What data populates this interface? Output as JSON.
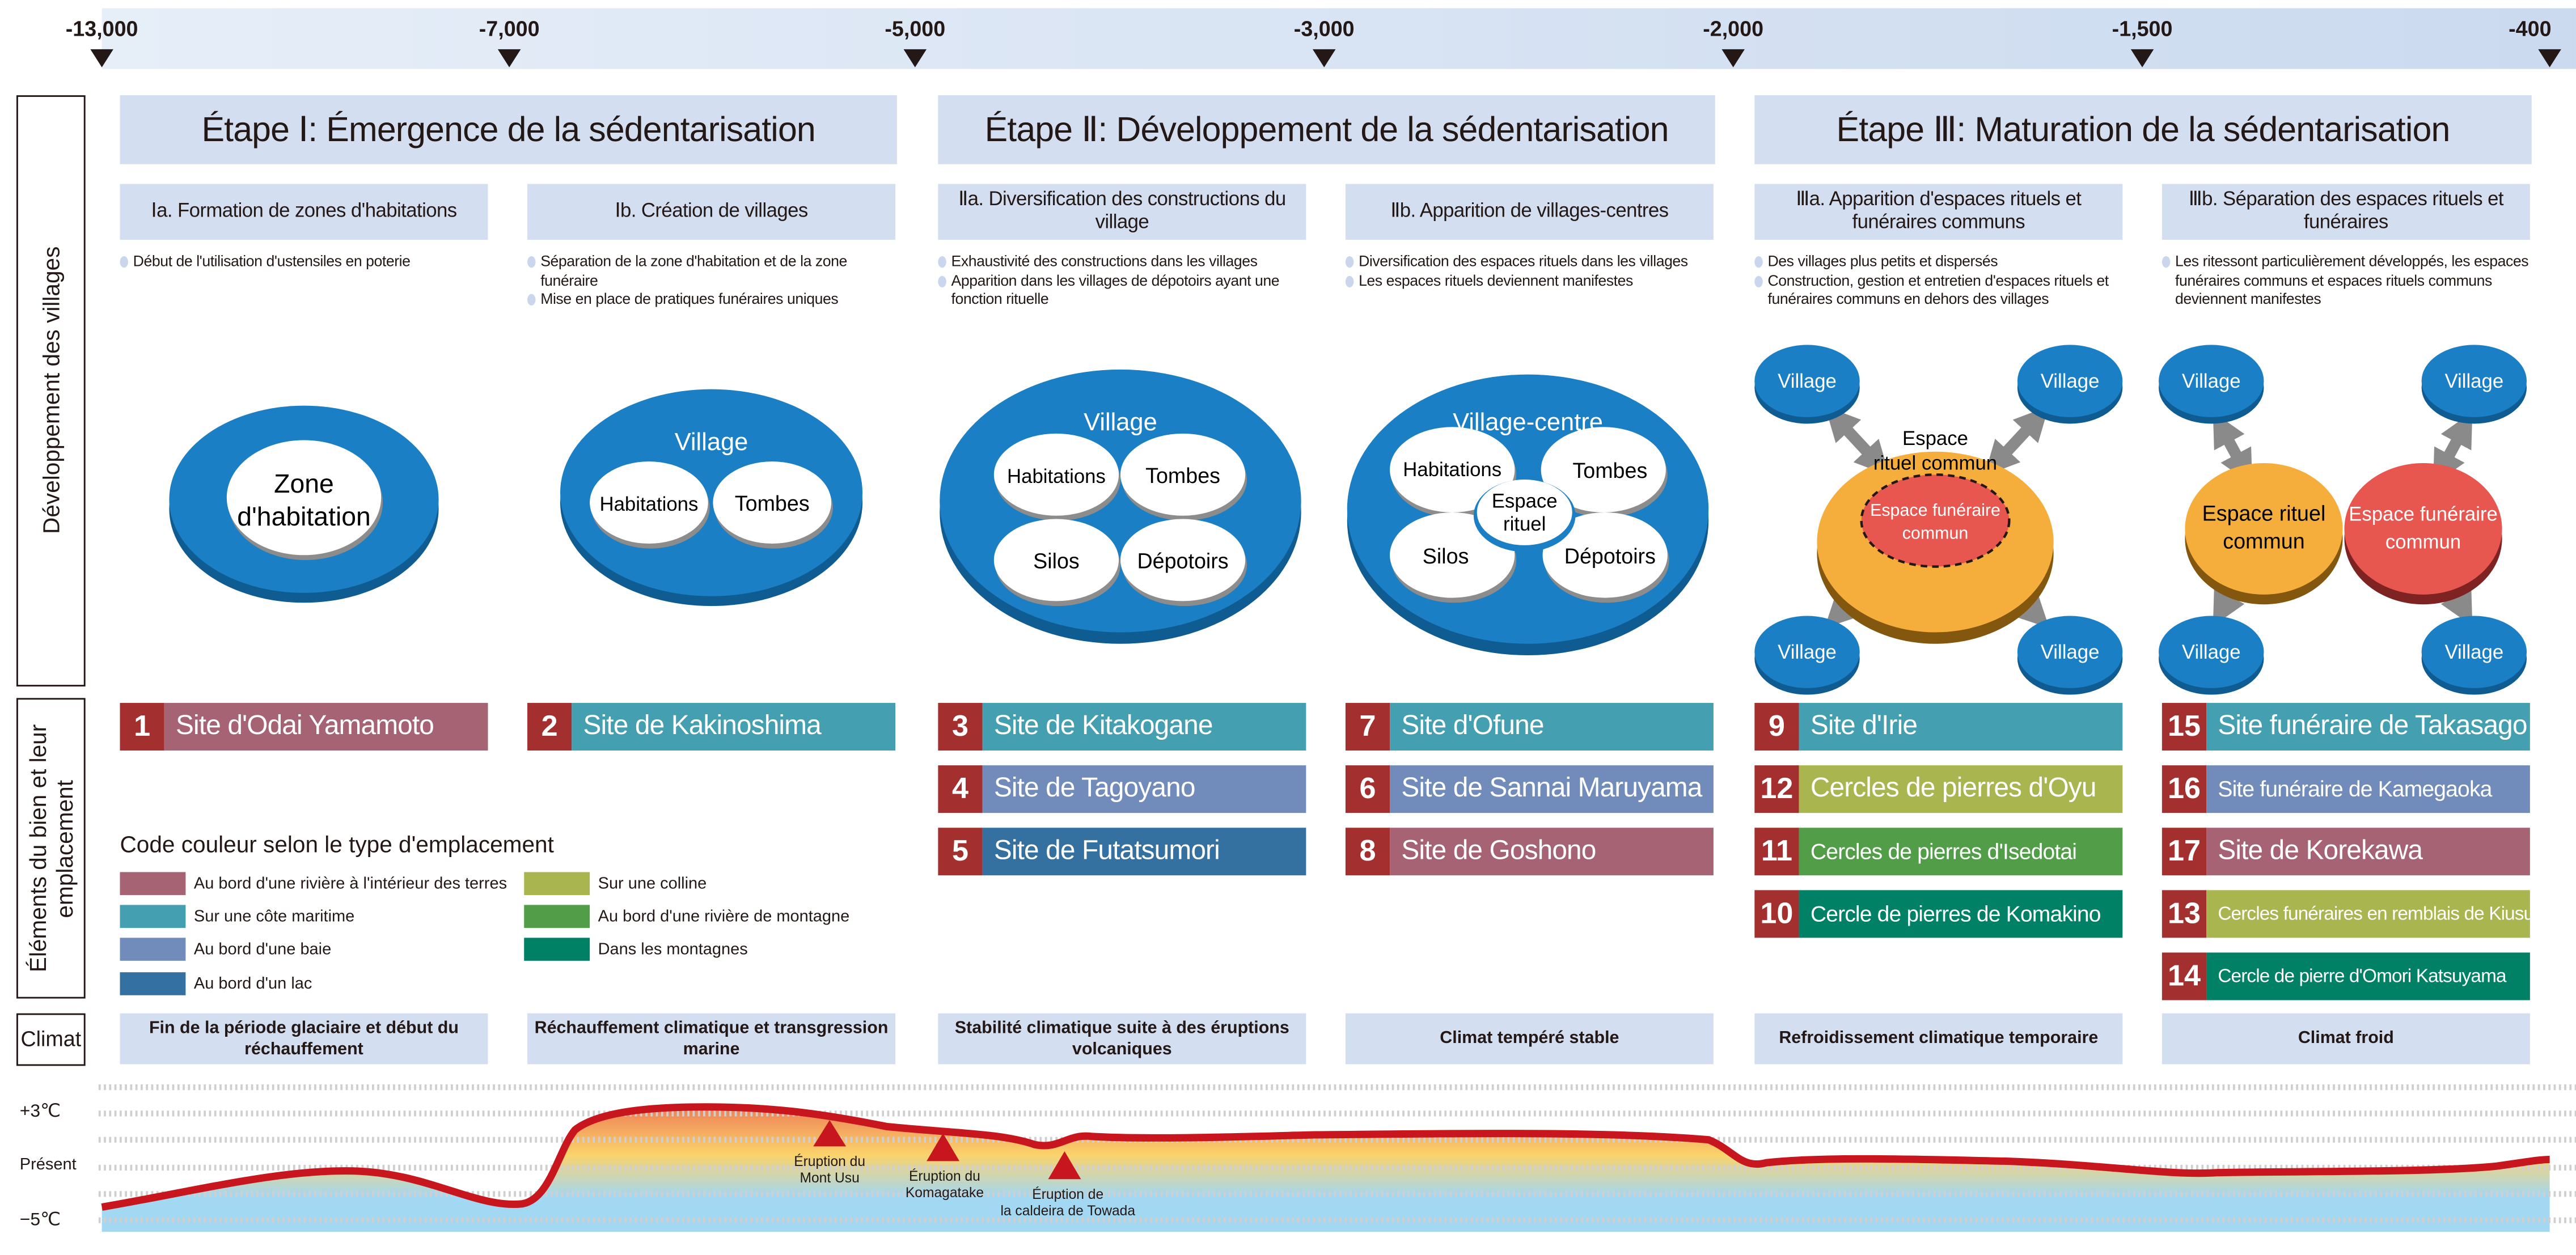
{
  "timeline": {
    "ticks": [
      "-13,000",
      "-7,000",
      "-5,000",
      "-3,000",
      "-2,000",
      "-1,500",
      "-400"
    ]
  },
  "side_labels": {
    "development": "Développement des villages",
    "elements": "Éléments du bien et leur emplacement",
    "climate": "Climat"
  },
  "stages": [
    {
      "title": "Étape Ⅰ: Émergence de la sédentarisation"
    },
    {
      "title": "Étape Ⅱ: Développement de la sédentarisation"
    },
    {
      "title": "Étape Ⅲ: Maturation de la sédentarisation"
    }
  ],
  "phases": [
    {
      "title": "Ⅰa. Formation de zones d'habitations",
      "bullets": [
        "Début de l'utilisation d'ustensiles en poterie"
      ]
    },
    {
      "title": "Ⅰb. Création de villages",
      "bullets": [
        "Séparation de la zone d'habitation et de la zone funéraire",
        "Mise en place de pratiques funéraires uniques"
      ]
    },
    {
      "title": "Ⅱa. Diversification des constructions du village",
      "bullets": [
        "Exhaustivité des constructions dans les villages",
        "Apparition dans les villages de dépotoirs ayant une fonction rituelle"
      ]
    },
    {
      "title": "Ⅱb. Apparition de villages-centres",
      "bullets": [
        "Diversification des espaces rituels dans les villages",
        "Les espaces rituels deviennent manifestes"
      ]
    },
    {
      "title": "Ⅲa. Apparition d'espaces rituels et funéraires communs",
      "bullets": [
        "Des villages plus petits et dispersés",
        "Construction, gestion et entretien d'espaces rituels et funéraires communs en dehors des villages"
      ]
    },
    {
      "title": "Ⅲb. Séparation des espaces rituels et funéraires",
      "bullets": [
        "Les ritessont particulièrement développés, les espaces funéraires communs et espaces rituels communs deviennent manifestes"
      ]
    }
  ],
  "diagrams": {
    "zone_line1": "Zone",
    "zone_line2": "d'habitation",
    "village": "Village",
    "habitations": "Habitations",
    "tombes": "Tombes",
    "silos": "Silos",
    "depotoirs": "Dépotoirs",
    "village_centre": "Village-centre",
    "espace": "Espace",
    "rituel": "rituel",
    "erc_line1": "Espace",
    "erc_line2": "rituel commun",
    "efc_line1": "Espace funéraire",
    "efc_line2": "commun",
    "erc2_line1": "Espace rituel",
    "erc2_line2": "commun"
  },
  "legend": {
    "title": "Code couleur selon le type d'emplacement",
    "items": [
      {
        "key": "river",
        "label": "Au bord d'une rivière à l'intérieur des terres",
        "color": "#a66373"
      },
      {
        "key": "coast",
        "label": "Sur une côte maritime",
        "color": "#44a0b0"
      },
      {
        "key": "bay",
        "label": "Au bord d'une baie",
        "color": "#718cbb"
      },
      {
        "key": "lake",
        "label": "Au bord d'un lac",
        "color": "#3471a1"
      },
      {
        "key": "hill",
        "label": "Sur une colline",
        "color": "#a9b54f"
      },
      {
        "key": "mriver",
        "label": "Au bord d'une rivière de montagne",
        "color": "#529d48"
      },
      {
        "key": "mountain",
        "label": "Dans les montagnes",
        "color": "#008166"
      }
    ]
  },
  "sites": [
    [
      {
        "num": "1",
        "name": "Site d'Odai Yamamoto",
        "type": "river"
      }
    ],
    [
      {
        "num": "2",
        "name": "Site de Kakinoshima",
        "type": "coast"
      }
    ],
    [
      {
        "num": "3",
        "name": "Site de Kitakogane",
        "type": "coast"
      },
      {
        "num": "4",
        "name": "Site de Tagoyano",
        "type": "bay"
      },
      {
        "num": "5",
        "name": "Site de Futatsumori",
        "type": "lake"
      }
    ],
    [
      {
        "num": "7",
        "name": "Site d'Ofune",
        "type": "coast"
      },
      {
        "num": "6",
        "name": "Site de Sannai Maruyama",
        "type": "bay"
      },
      {
        "num": "8",
        "name": "Site de Goshono",
        "type": "river"
      }
    ],
    [
      {
        "num": "9",
        "name": "Site d'Irie",
        "type": "coast"
      },
      {
        "num": "12",
        "name": "Cercles de pierres d'Oyu",
        "type": "hill"
      },
      {
        "num": "11",
        "name": "Cercles de pierres d'Isedotai",
        "type": "mriver"
      },
      {
        "num": "10",
        "name": "Cercle de pierres de Komakino",
        "type": "mountain"
      }
    ],
    [
      {
        "num": "15",
        "name": "Site funéraire de Takasago",
        "type": "coast"
      },
      {
        "num": "16",
        "name": "Site funéraire de Kamegaoka",
        "type": "bay"
      },
      {
        "num": "17",
        "name": "Site de Korekawa",
        "type": "river"
      },
      {
        "num": "13",
        "name": "Cercles funéraires en remblais de Kiusu",
        "type": "hill"
      },
      {
        "num": "14",
        "name": "Cercle de pierre d'Omori Katsuyama",
        "type": "mountain"
      }
    ]
  ],
  "climate": [
    "Fin de la période glaciaire et début du réchauffement",
    "Réchauffement climatique et transgression marine",
    "Stabilité climatique suite à des éruptions volcaniques",
    "Climat tempéré stable",
    "Refroidissement climatique temporaire",
    "Climat froid"
  ],
  "graph": {
    "y_labels": {
      "high": "+3℃",
      "present": "Présent",
      "low": "−5℃"
    },
    "eruptions": [
      {
        "line1": "Éruption du",
        "line2": "Mont Usu"
      },
      {
        "line1": "Éruption du",
        "line2": "Komagatake"
      },
      {
        "line1": "Éruption de",
        "line2": "la caldeira de Towada"
      }
    ]
  },
  "colors": {
    "header_bg": "#d3dff0",
    "number_bg": "#a3302e",
    "village_blue": "#1a7fc4",
    "ritual_orange": "#f5ad3b",
    "funeral_red": "#e85650",
    "curve": "#c8161e"
  }
}
